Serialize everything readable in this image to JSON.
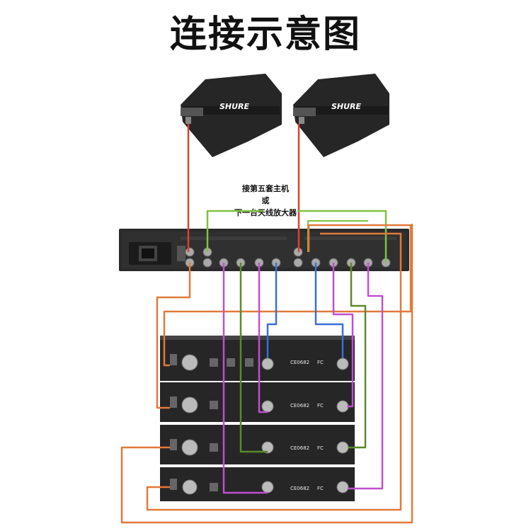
{
  "title": "连接示意图",
  "note_lines": [
    "接第五套主机",
    "或",
    "下一台天线放大器"
  ],
  "antenna_brand": "SHURE",
  "receiver_ce_mark": "CE0682",
  "receiver_fc_mark": "FC",
  "colors": {
    "red": "#e0402e",
    "green": "#7fc241",
    "orange": "#e2793a",
    "purple": "#c04fd0",
    "dark_green": "#5a8a2a",
    "blue": "#3a6fd8",
    "chassis": "#222222"
  },
  "icons": [
    "antenna-icon",
    "bnc-connector-icon",
    "power-socket-icon",
    "xlr-connector-icon"
  ]
}
